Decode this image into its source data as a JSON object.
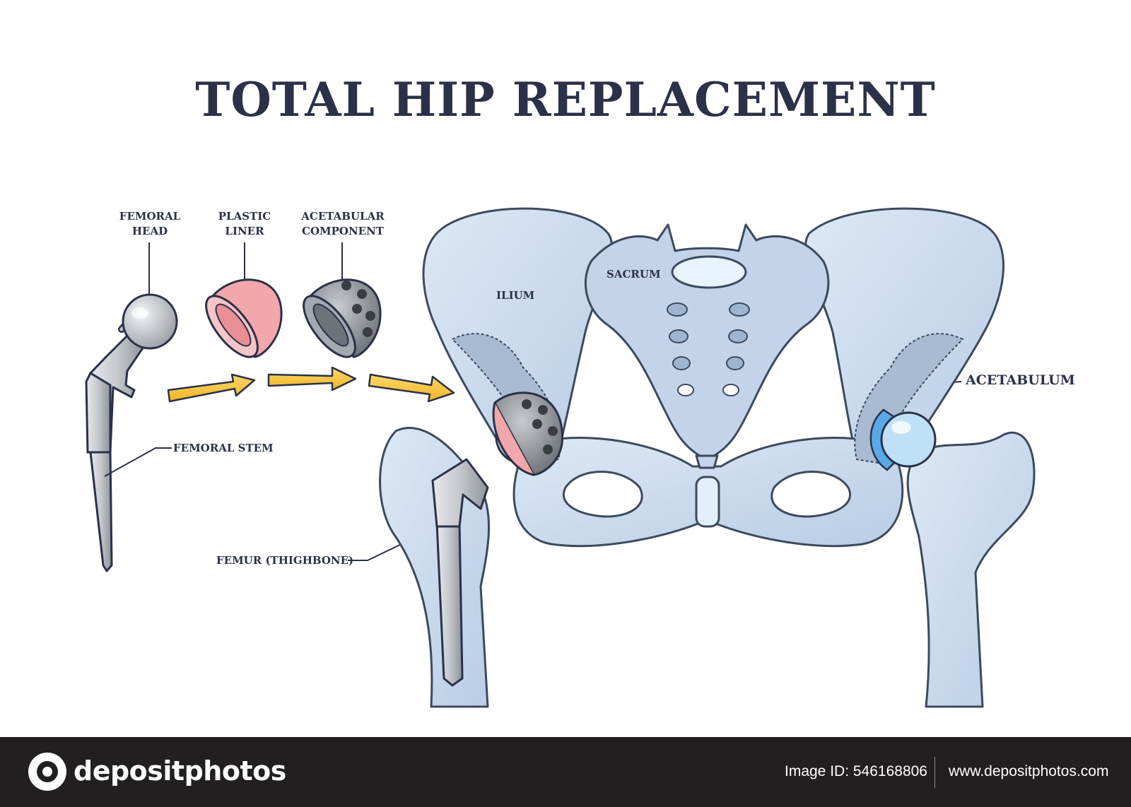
{
  "title": "TOTAL HIP REPLACEMENT",
  "labels": {
    "femoral_head": [
      "FEMORAL",
      "HEAD"
    ],
    "plastic_liner": [
      "PLASTIC",
      "LINER"
    ],
    "acetabular_component": [
      "ACETABULAR",
      "COMPONENT"
    ],
    "femoral_stem": "FEMORAL STEM",
    "femur": "FEMUR (THIGHBONE)",
    "ilium": "ILIUM",
    "sacrum": "SACRUM",
    "acetabulum": "ACETABULUM"
  },
  "footer": {
    "brand": "depositphotos",
    "image_id": "Image ID: 546168806",
    "site": "www.depositphotos.com"
  },
  "colors": {
    "bone": "#c9d9ec",
    "bone_outline": "#3c4a5e",
    "metal": "#b9bcc2",
    "liner": "#f2a7ab",
    "arrow": "#f7c33a",
    "title": "#2b3148",
    "footer_bg": "#231f20",
    "cartilage": "#5aa9e6"
  },
  "icons": [
    "depositphotos-logo-icon"
  ]
}
